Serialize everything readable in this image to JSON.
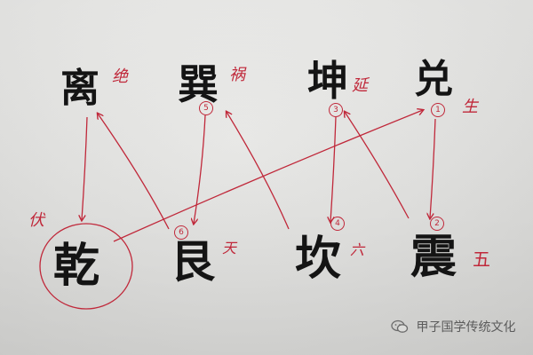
{
  "image": {
    "kind": "photo of handwritten brush-calligraphy diagram on paper",
    "ink_color": "#141414",
    "annotation_color": "#c0283a",
    "paper_color": "#e6e6e4"
  },
  "top_row": [
    {
      "char": "离",
      "note": "绝",
      "order": ""
    },
    {
      "char": "巽",
      "note": "祸",
      "order": "5"
    },
    {
      "char": "坤",
      "note": "延",
      "order": "3"
    },
    {
      "char": "兑",
      "note": "生",
      "order": "1"
    }
  ],
  "bottom_row": [
    {
      "char": "乾",
      "note": "伏",
      "order": "",
      "circled": true
    },
    {
      "char": "艮",
      "note": "天",
      "order": "6"
    },
    {
      "char": "坎",
      "note": "六",
      "order": "4"
    },
    {
      "char": "震",
      "note": "五",
      "order": "2"
    }
  ],
  "watermark": {
    "icon": "wechat-icon",
    "text": "甲子国学传统文化"
  }
}
